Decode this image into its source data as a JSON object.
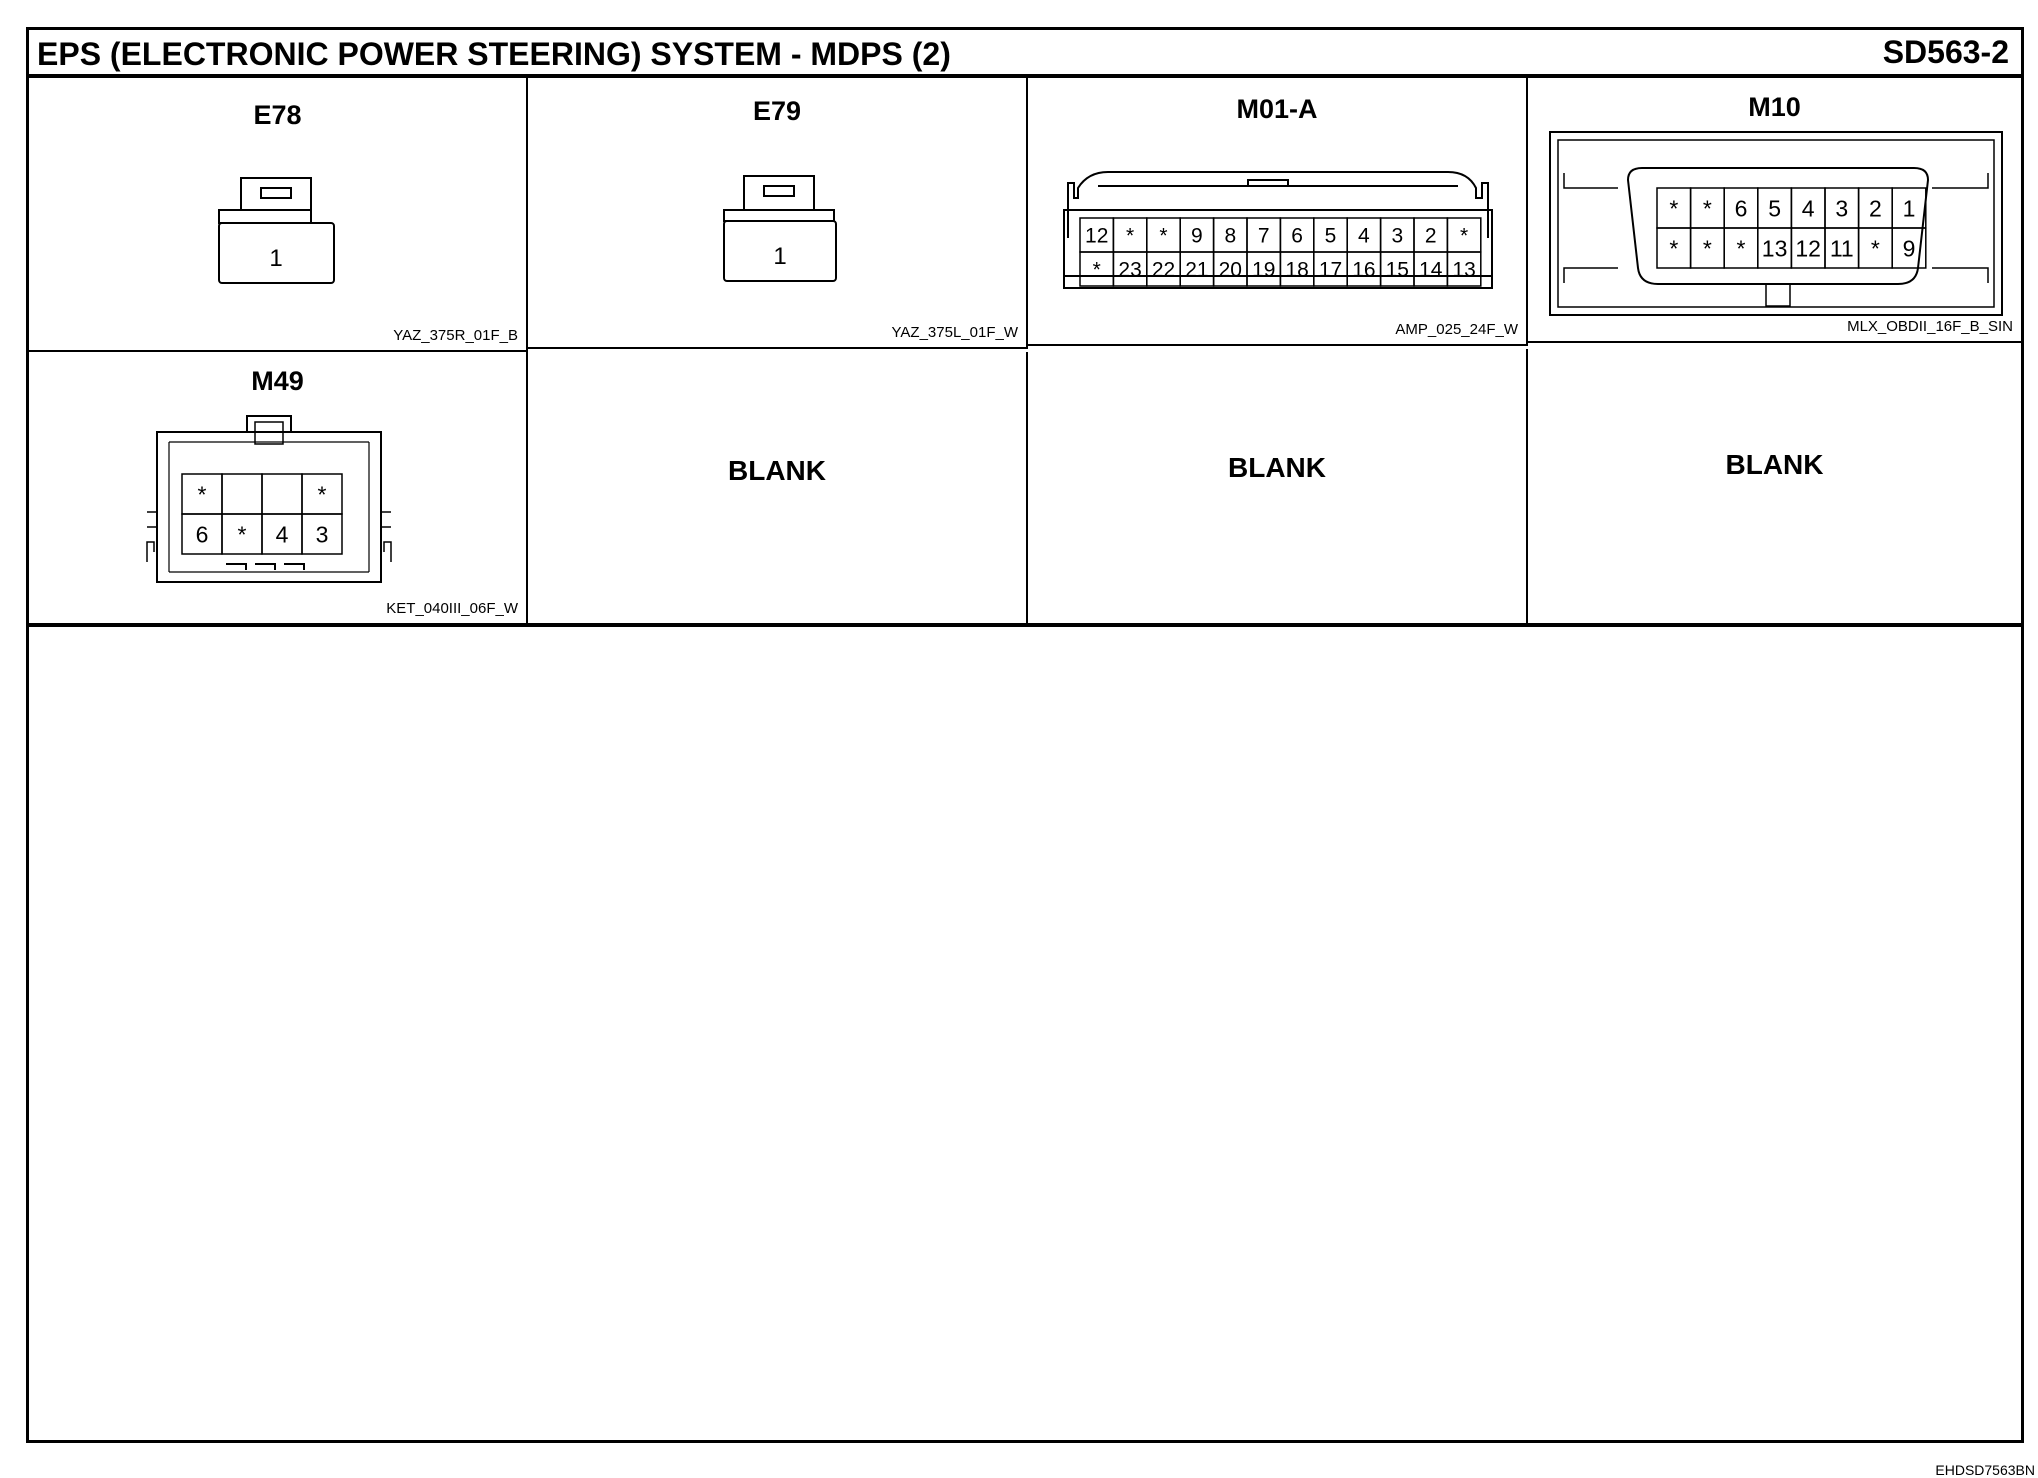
{
  "header": {
    "title": "EPS (ELECTRONIC POWER STEERING) SYSTEM - MDPS (2)",
    "code": "SD563-2"
  },
  "connectors": [
    {
      "name": "E78",
      "part": "YAZ_375R_01F_B",
      "pins": [
        "1"
      ]
    },
    {
      "name": "E79",
      "part": "YAZ_375L_01F_W",
      "pins": [
        "1"
      ]
    },
    {
      "name": "M01-A",
      "part": "AMP_025_24F_W",
      "rows": [
        [
          "12",
          "*",
          "*",
          "9",
          "8",
          "7",
          "6",
          "5",
          "4",
          "3",
          "2",
          "*"
        ],
        [
          "*",
          "23",
          "22",
          "21",
          "20",
          "19",
          "18",
          "17",
          "16",
          "15",
          "14",
          "13"
        ]
      ]
    },
    {
      "name": "M10",
      "part": "MLX_OBDII_16F_B_SIN",
      "rows": [
        [
          "*",
          "*",
          "6",
          "5",
          "4",
          "3",
          "2",
          "1"
        ],
        [
          "*",
          "*",
          "*",
          "13",
          "12",
          "11",
          "*",
          "9"
        ]
      ]
    },
    {
      "name": "M49",
      "part": "KET_040III_06F_W",
      "rows": [
        [
          "*",
          "",
          "",
          "*"
        ],
        [
          "6",
          "*",
          "4",
          "3"
        ]
      ]
    }
  ],
  "blank_cells": [
    "BLANK",
    "BLANK",
    "BLANK"
  ],
  "footer": {
    "code": "EHDSD7563BN"
  }
}
